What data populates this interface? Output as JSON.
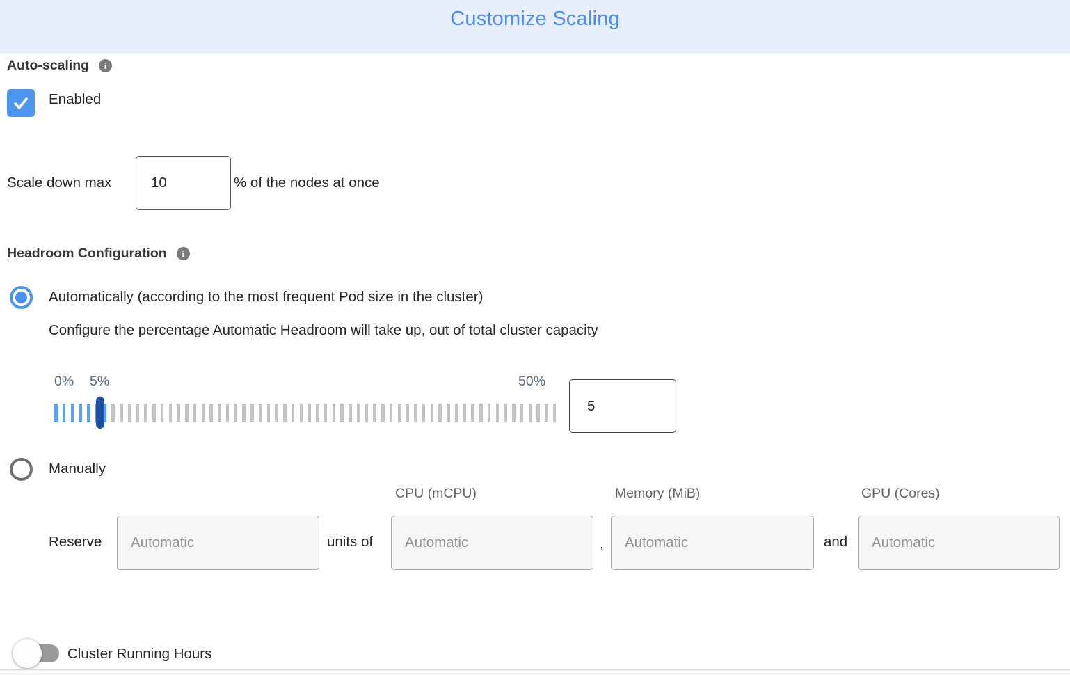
{
  "header": {
    "title": "Customize Scaling"
  },
  "icons": {
    "info_glyph": "i"
  },
  "colors": {
    "header_bg": "#e8effc",
    "title_blue": "#4b8cf6",
    "accent_blue": "#4c96ef",
    "slider_tick_blue": "#57a0f4",
    "slider_tick_gray": "#c3c3c3",
    "slider_handle_blue": "#1d50a2"
  },
  "auto_scaling": {
    "label": "Auto-scaling",
    "checkbox_label": "Enabled",
    "checked": true
  },
  "scale_down": {
    "label": "Scale down max",
    "value": "10",
    "suffix": "% of the nodes at once"
  },
  "headroom": {
    "label": "Headroom Configuration",
    "automatic_option": {
      "selected": true,
      "label": "Automatically (according to the most frequent Pod size in the cluster)",
      "description": "Configure the percentage Automatic Headroom will take up, out of total cluster capacity",
      "slider": {
        "min_label": "0%",
        "handle_label": "5%",
        "max_label": "50%",
        "tick_count": 62,
        "blue_tick_count": 7,
        "value": "5"
      }
    },
    "manual_option": {
      "selected": false,
      "label": "Manually",
      "column_headers": [
        "CPU (mCPU)",
        "Memory (MiB)",
        "GPU (Cores)"
      ],
      "reserve_label": "Reserve",
      "units_label": "units of",
      "comma": ",",
      "and_label": "and",
      "units_placeholder": "Automatic",
      "cpu_placeholder": "Automatic",
      "memory_placeholder": "Automatic",
      "gpu_placeholder": "Automatic"
    }
  },
  "cluster_running_hours": {
    "label": "Cluster Running Hours",
    "enabled": false
  }
}
